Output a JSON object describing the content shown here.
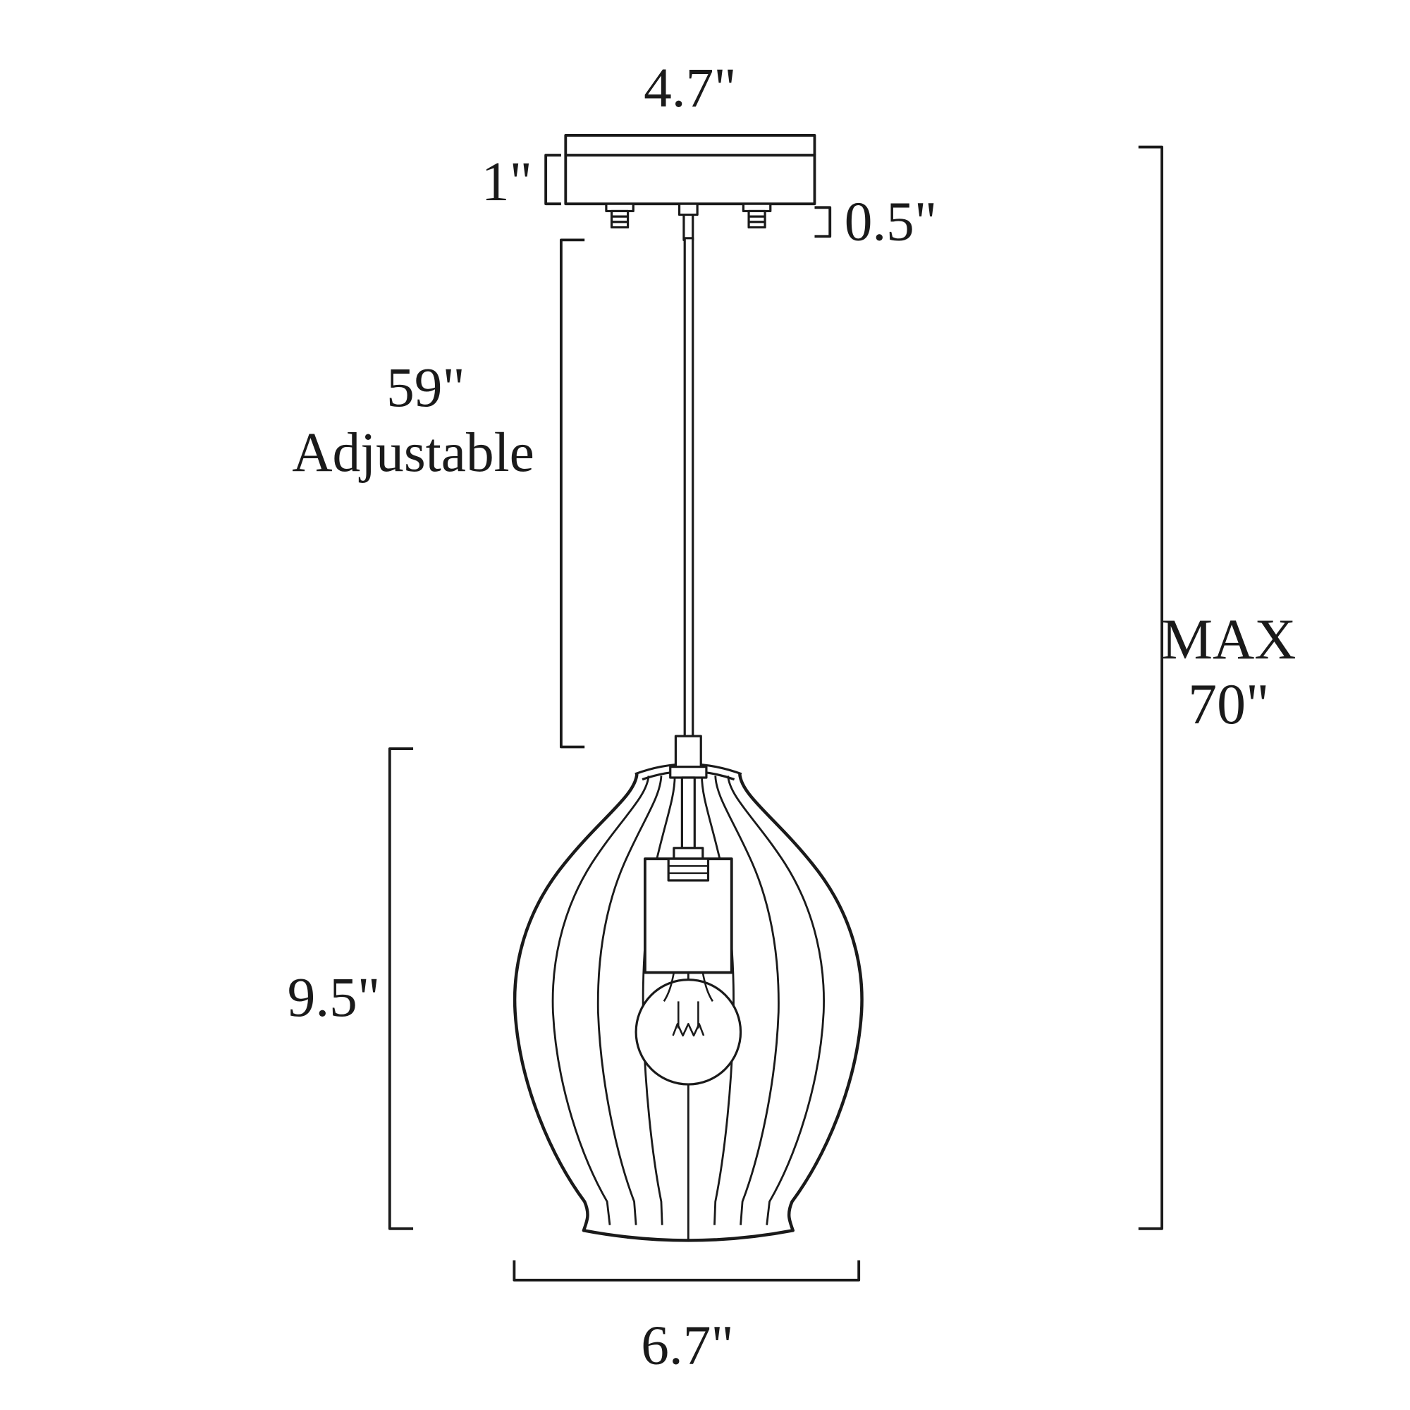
{
  "diagram": {
    "type": "pendant-light-dimension-drawing",
    "colors": {
      "line": "#1a1a1a",
      "background": "#ffffff"
    },
    "labels": {
      "canopy_width": "4.7\"",
      "canopy_height": "1\"",
      "screw_height": "0.5\"",
      "cord_length": "59\"",
      "cord_note": "Adjustable",
      "shade_height": "9.5\"",
      "max_height_label": "MAX",
      "max_height_value": "70\"",
      "shade_width": "6.7\""
    }
  }
}
